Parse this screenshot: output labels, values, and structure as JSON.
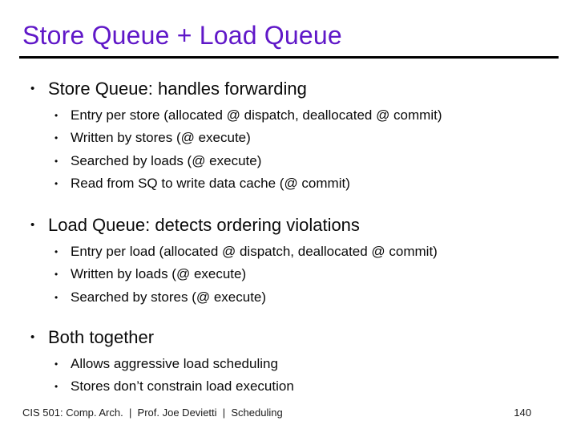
{
  "title": "Store Queue + Load Queue",
  "accent_color": "#6018c8",
  "bullet_glyph": "•",
  "sections": [
    {
      "heading": "Store Queue: handles forwarding",
      "items": [
        "Entry per store (allocated @ dispatch, deallocated @ commit)",
        "Written by stores (@ execute)",
        "Searched by loads (@ execute)",
        "Read from SQ to write data cache (@ commit)"
      ]
    },
    {
      "heading": "Load Queue: detects ordering violations",
      "items": [
        "Entry per load (allocated @ dispatch, deallocated @ commit)",
        "Written by loads (@ execute)",
        "Searched by stores (@ execute)"
      ]
    },
    {
      "heading": "Both together",
      "items": [
        "Allows aggressive load scheduling",
        "Stores don’t constrain load execution"
      ]
    }
  ],
  "footer": {
    "left": "CIS 501: Comp. Arch.  |  Prof. Joe Devietti  |  Scheduling",
    "page_number": "140"
  }
}
